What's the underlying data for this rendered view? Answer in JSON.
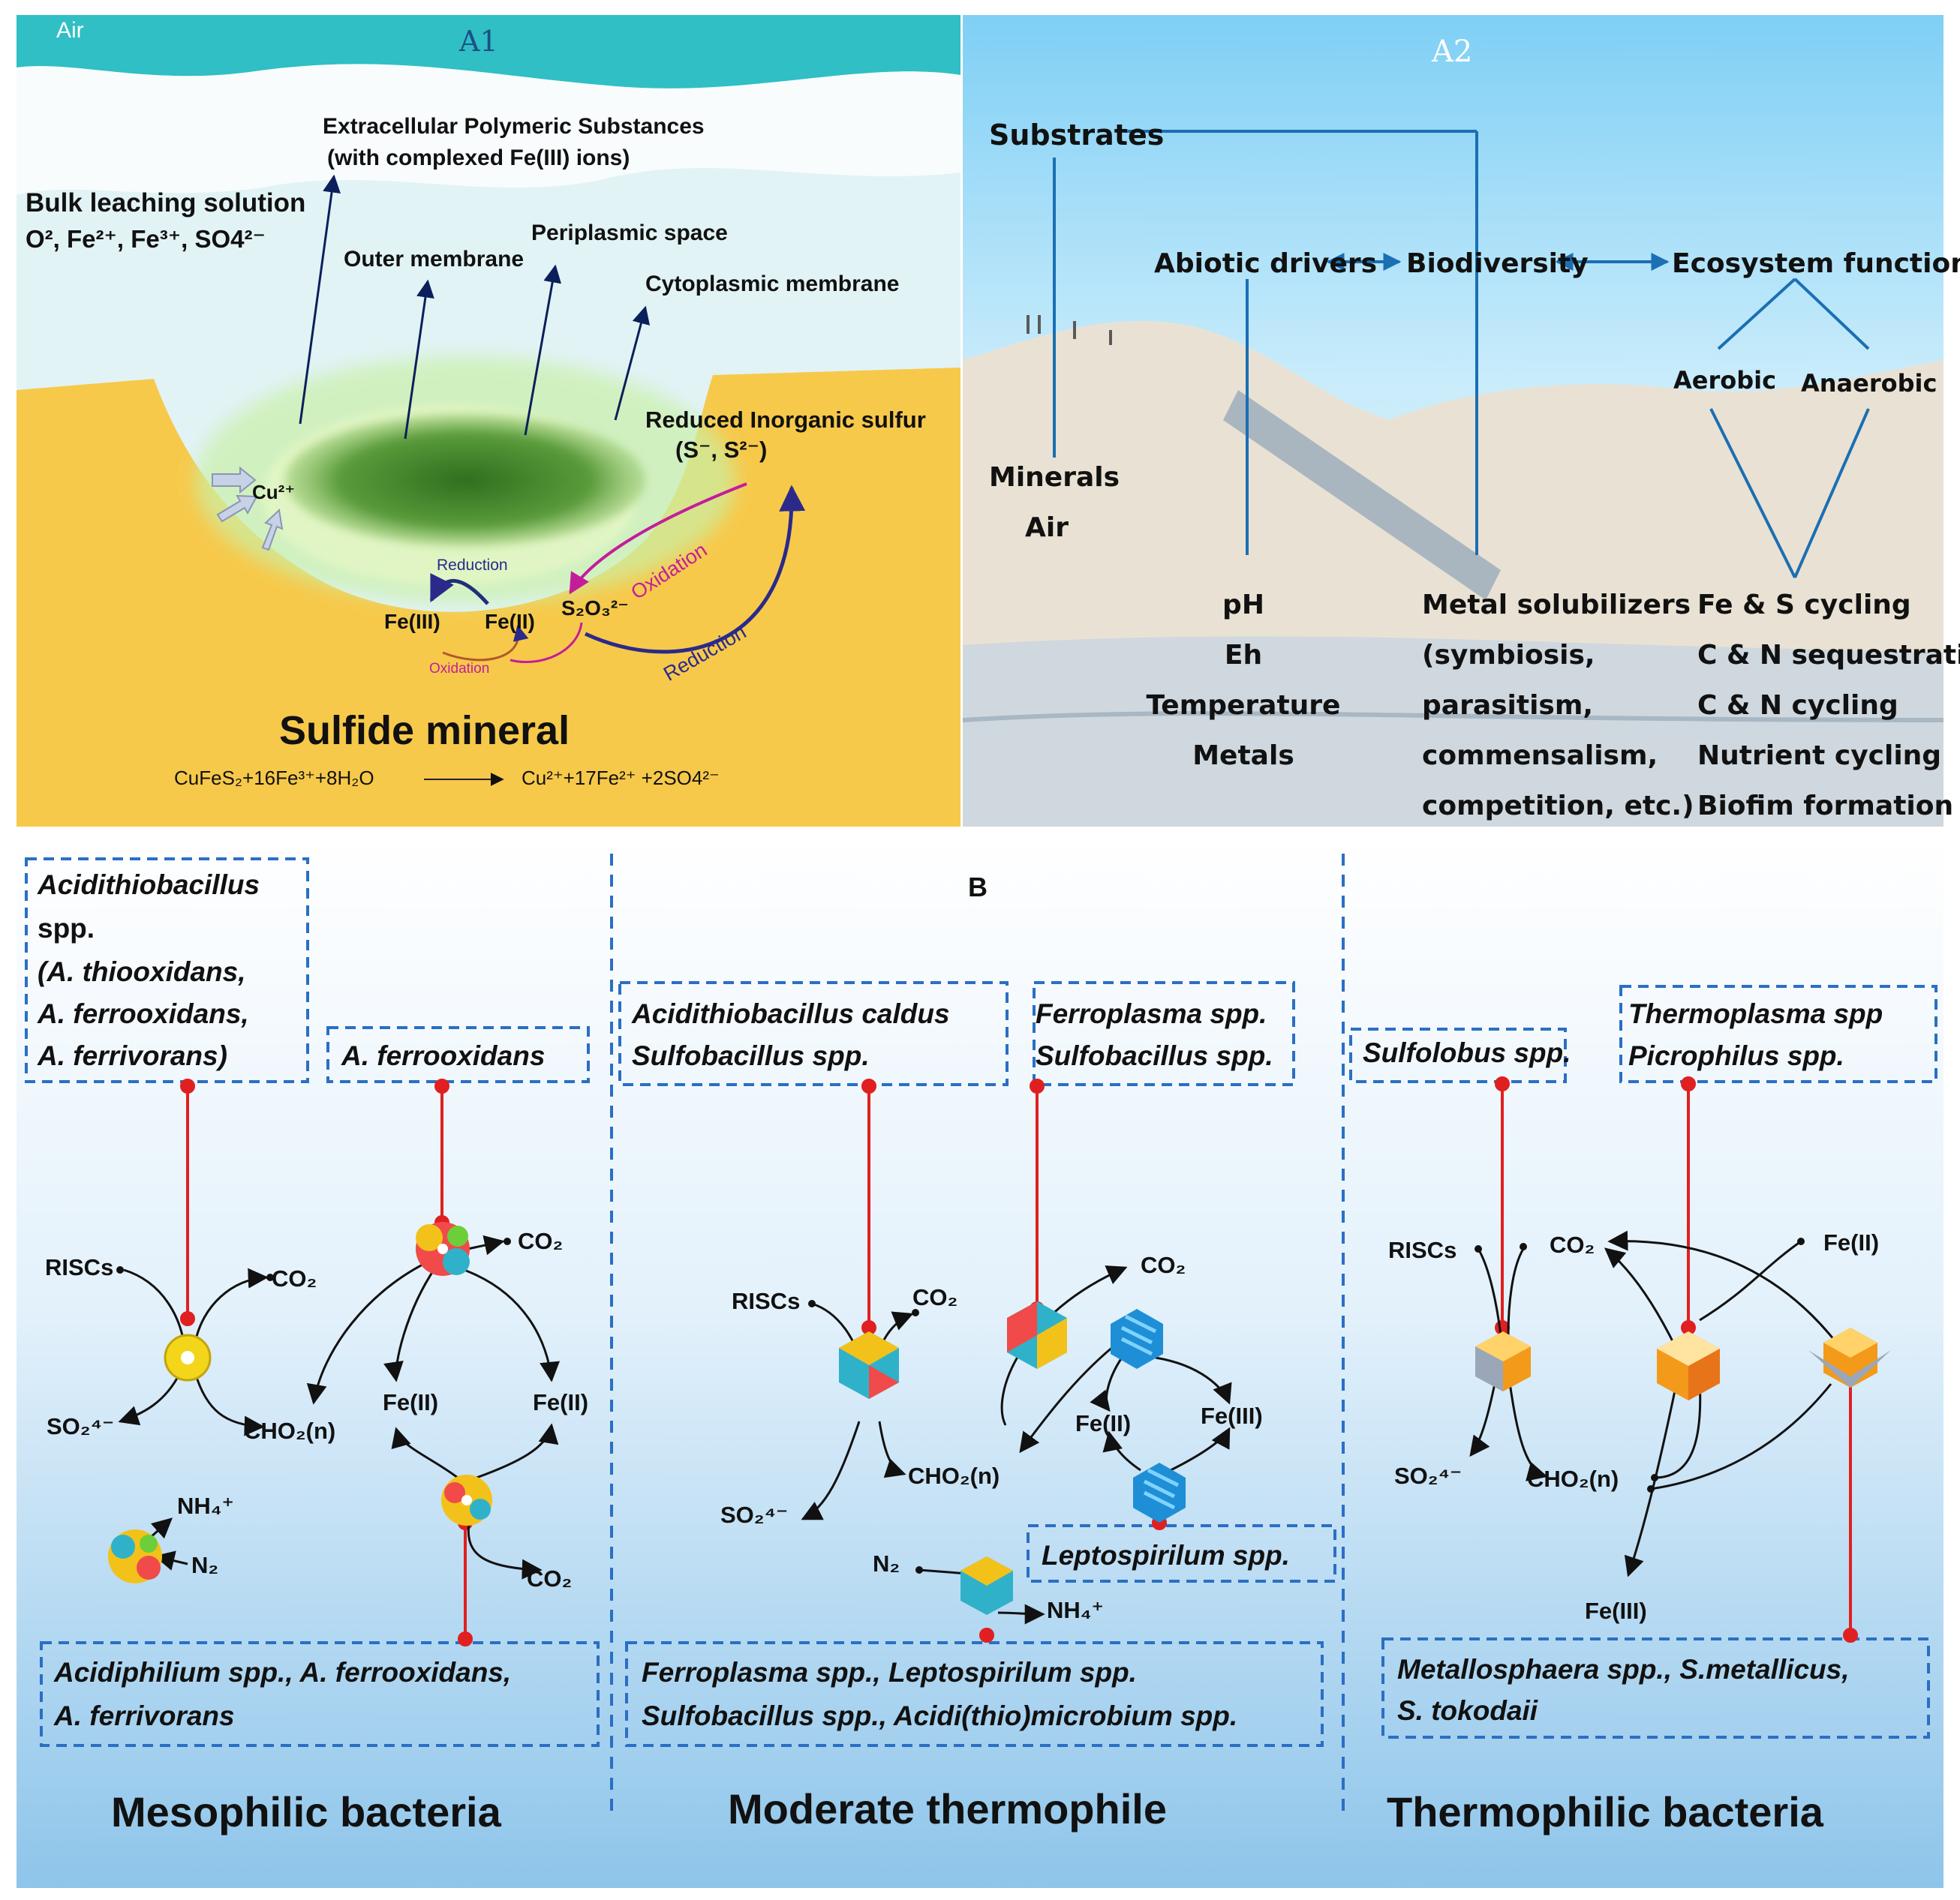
{
  "a1": {
    "label": "A1",
    "air": "Air",
    "eps": "Extracellular Polymeric Substances",
    "eps_sub": "(with complexed Fe(III) ions)",
    "bulk": "Bulk leaching solution",
    "bulk_species": "O², Fe²⁺, Fe³⁺, SO4²⁻",
    "outer_membrane": "Outer membrane",
    "periplasmic": "Periplasmic space",
    "cytoplasmic": "Cytoplasmic membrane",
    "risc": "Reduced Inorganic sulfur",
    "risc_species": "(S⁻, S²⁻)",
    "cu": "Cu²⁺",
    "reduction_small": "Reduction",
    "oxidation_small": "Oxidation",
    "fe3": "Fe(III)",
    "fe2": "Fe(II)",
    "s2o3": "S₂O₃²⁻",
    "oxidation_big": "Oxidation",
    "reduction_big": "Reduction",
    "mineral": "Sulfide  mineral",
    "equation_left": "CuFeS₂+16Fe³⁺+8H₂O",
    "equation_right": "Cu²⁺+17Fe²⁺ +2SO4²⁻"
  },
  "a2": {
    "label": "A2",
    "substrates": "Substrates",
    "abiotic": "Abiotic drivers",
    "biodiversity": "Biodiversity",
    "ecosystem": "Ecosystem functions",
    "aerobic": "Aerobic",
    "anaerobic": "Anaerobic",
    "minerals": "Minerals",
    "air": "Air",
    "abiotic_list": [
      "pH",
      "Eh",
      "Temperature",
      "Metals"
    ],
    "bio_list": [
      "Metal solubilizers",
      "(symbiosis,",
      "parasitism,",
      "commensalism,",
      "competition, etc.)"
    ],
    "eco_list": [
      "Fe & S cycling",
      "C & N sequestration",
      "C & N cycling",
      "Nutrient cycling",
      "Biofim formation"
    ]
  },
  "b": {
    "label": "B",
    "meso": {
      "title": "Mesophilic bacteria",
      "box1": [
        "Acidithiobacillus",
        "spp.",
        "(A. thiooxidans,",
        "A. ferrooxidans,",
        "A. ferrivorans)"
      ],
      "box2": "A. ferrooxidans",
      "bottom": [
        "Acidiphilium spp., A. ferrooxidans,",
        "A. ferrivorans"
      ],
      "risc": "RISCs",
      "co2": "CO₂",
      "so4": "SO₂⁴⁻",
      "cho": "CHO₂(n)",
      "nh4": "NH₄⁺",
      "n2": "N₂",
      "co2_b": "CO₂",
      "fe2_l": "Fe(II)",
      "fe2_r": "Fe(II)",
      "co2_c": "CO₂"
    },
    "mod": {
      "title": "Moderate thermophile",
      "box1": [
        "Acidithiobacillus caldus",
        "Sulfobacillus spp."
      ],
      "box2": [
        "Ferroplasma spp.",
        "Sulfobacillus spp."
      ],
      "box3": "Leptospirilum spp.",
      "bottom": [
        "Ferroplasma spp., Leptospirilum spp.",
        "Sulfobacillus spp., Acidi(thio)microbium spp."
      ],
      "risc": "RISCs",
      "co2": "CO₂",
      "so4": "SO₂⁴⁻",
      "cho": "CHO₂(n)",
      "co2_b": "CO₂",
      "fe2": "Fe(II)",
      "fe3": "Fe(III)",
      "n2": "N₂",
      "nh4": "NH₄⁺"
    },
    "thermo": {
      "title": "Thermophilic bacteria",
      "box1": "Sulfolobus spp.",
      "box2": [
        "Thermoplasma spp",
        "Picrophilus spp."
      ],
      "bottom": [
        "Metallosphaera spp., S.metallicus,",
        "S. tokodaii"
      ],
      "risc": "RISCs",
      "co2": "CO₂",
      "fe2": "Fe(II)",
      "so4": "SO₂⁴⁻",
      "cho": "CHO₂(n)",
      "fe3": "Fe(III)"
    }
  },
  "colors": {
    "mineral": "#f7c94a",
    "water": "#2fbfc4",
    "blue_line": "#1b6fb3",
    "red_link": "#e02020",
    "dashed": "#2a6fc4"
  }
}
